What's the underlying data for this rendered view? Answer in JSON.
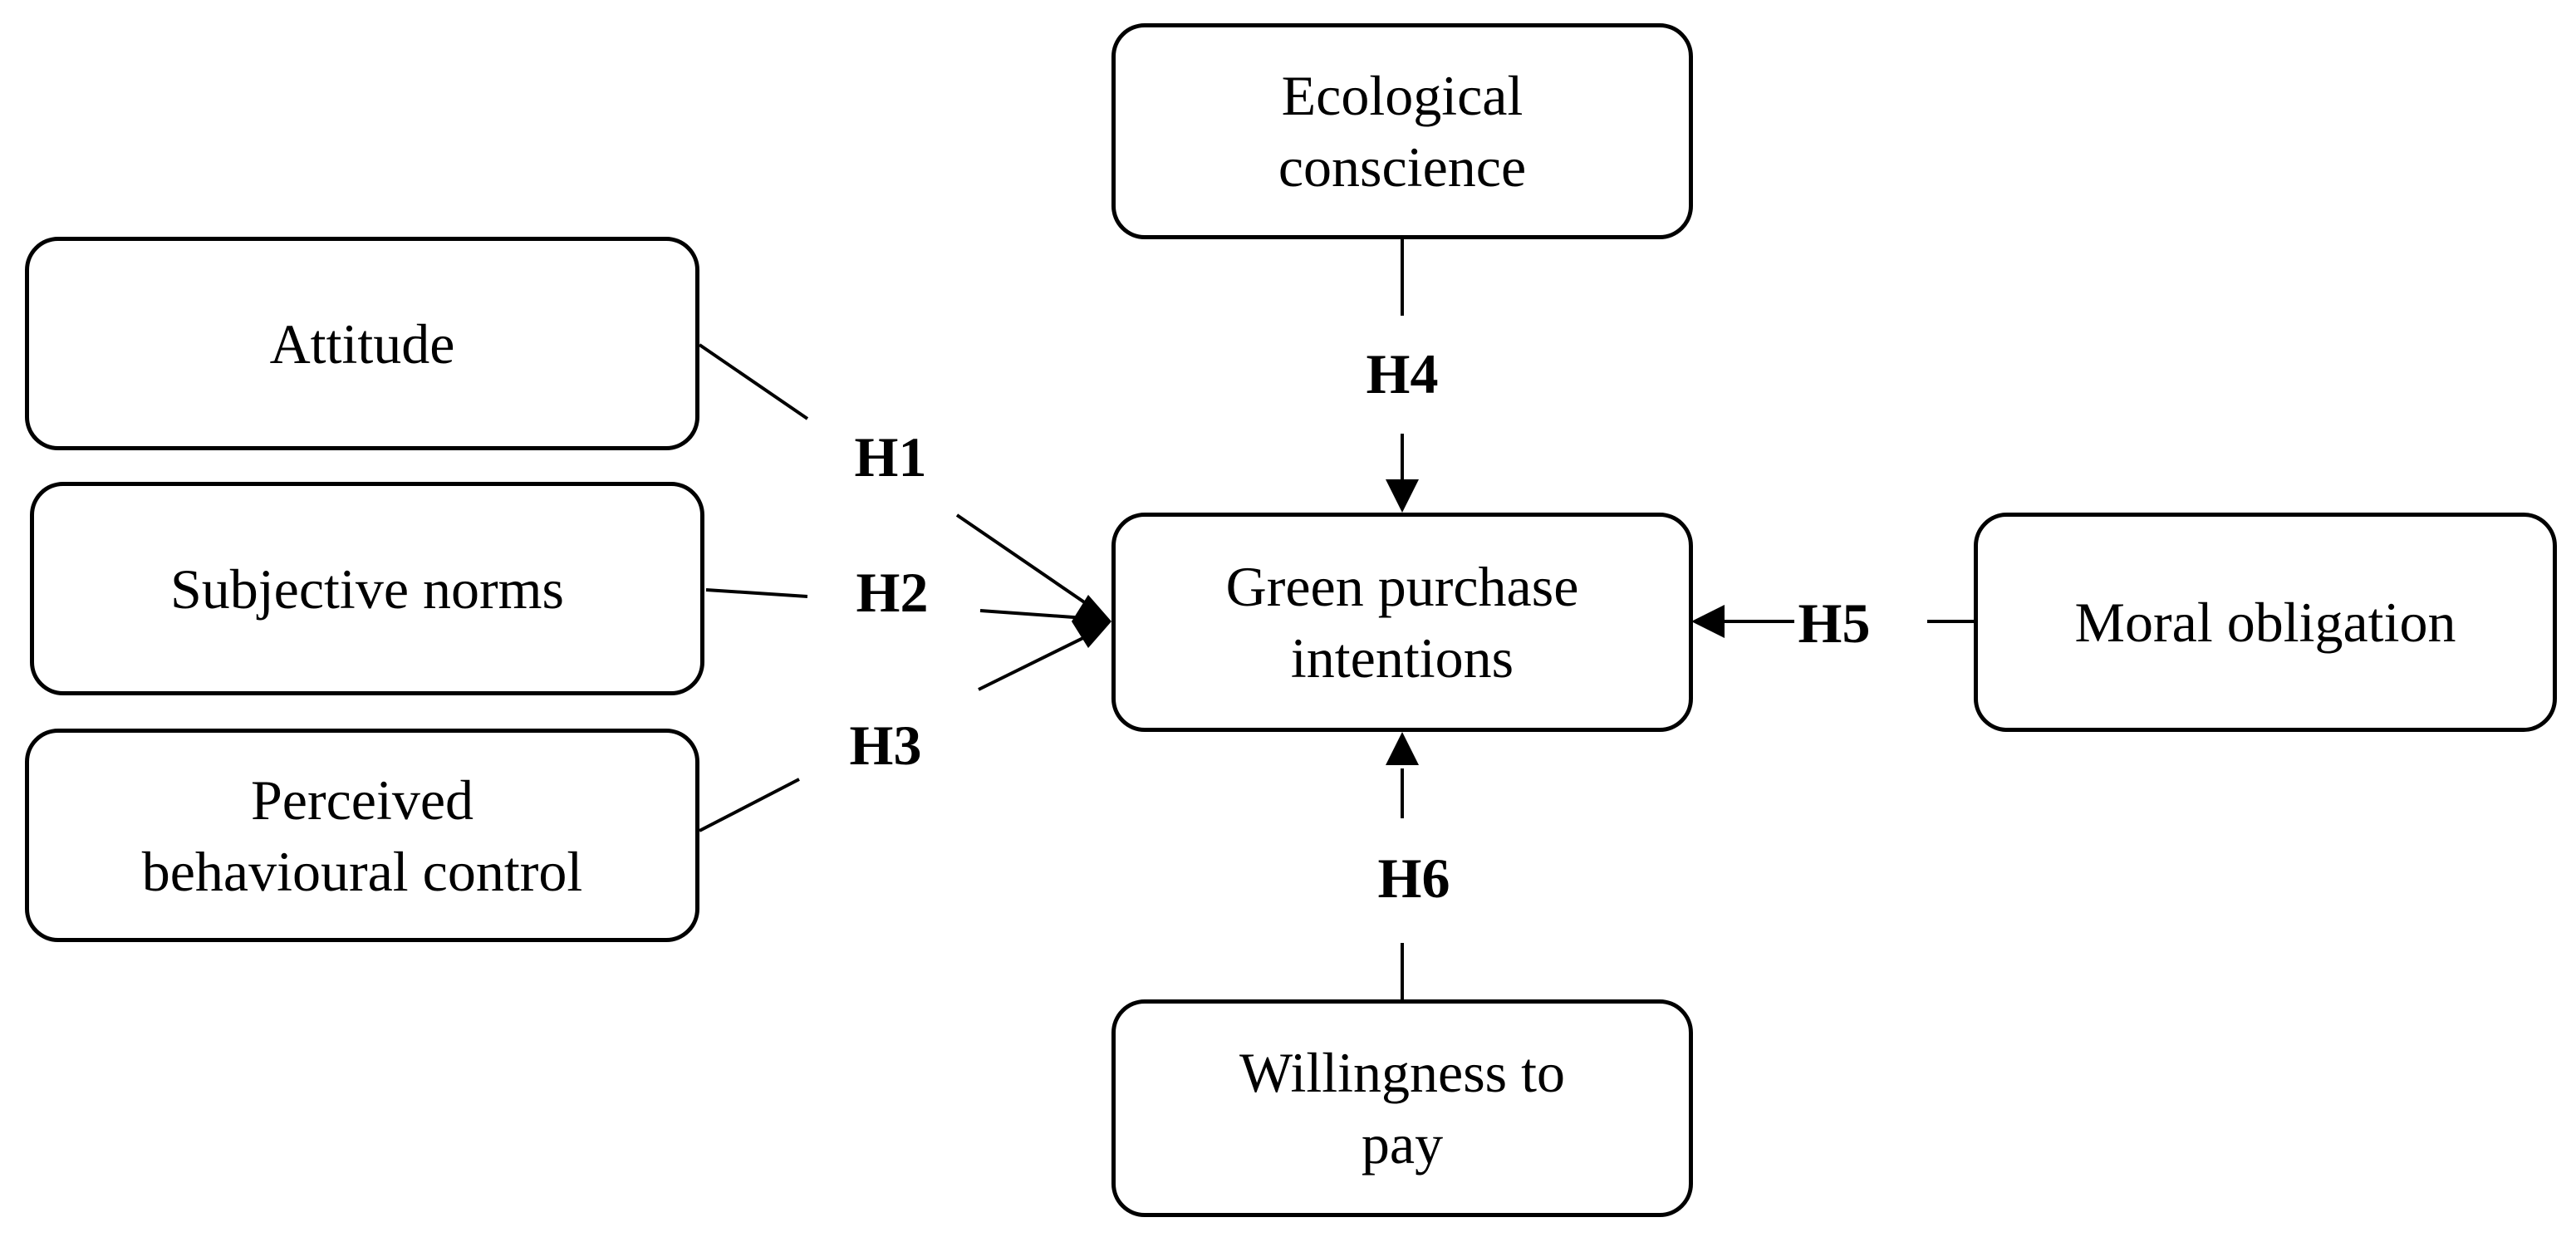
{
  "nodes": {
    "ecological_conscience": {
      "line1": "Ecological",
      "line2": "conscience"
    },
    "attitude": {
      "label": "Attitude"
    },
    "subjective_norms": {
      "label": "Subjective norms"
    },
    "perceived_behavioural_control": {
      "line1": "Perceived",
      "line2": "behavioural control"
    },
    "green_purchase_intentions": {
      "line1": "Green purchase",
      "line2": "intentions"
    },
    "moral_obligation": {
      "label": "Moral obligation"
    },
    "willingness_to_pay": {
      "line1": "Willingness to",
      "line2": "pay"
    }
  },
  "hypotheses": {
    "h1": "H1",
    "h2": "H2",
    "h3": "H3",
    "h4": "H4",
    "h5": "H5",
    "h6": "H6"
  }
}
